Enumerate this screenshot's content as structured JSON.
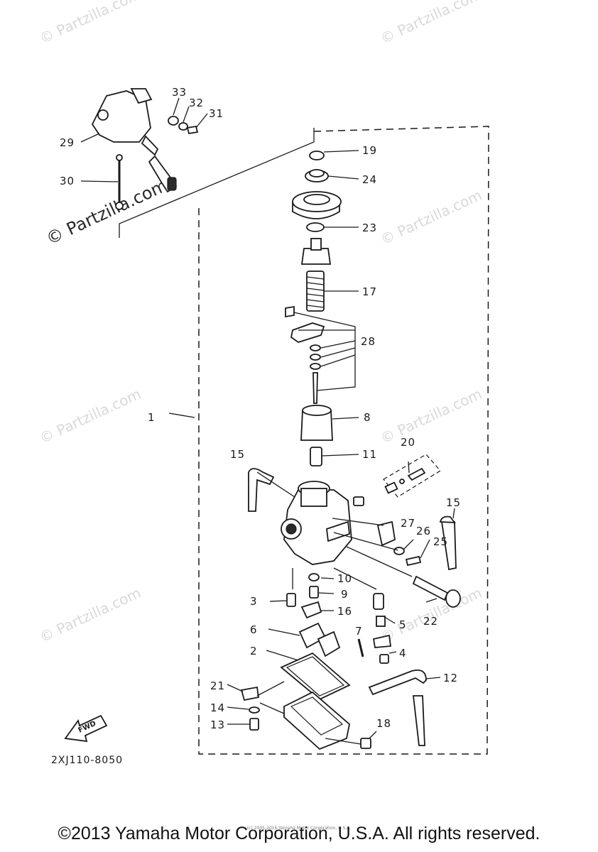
{
  "diagram_code": "2XJ110-8050",
  "fwd_label": "FWD",
  "copyright": "©2013 Yamaha Motor Corporation, U.S.A. All rights reserved.",
  "subcredit": "(c) 2005-2016 Yamaha Motor Corporation, U.S.A.",
  "watermarks": [
    "© Partzilla.com",
    "© Partzilla.com",
    "© Partzilla.com",
    "© Partzilla.com",
    "© Partzilla.com",
    "© Partzilla.com",
    "© Partzilla.com",
    "© Partzilla.com"
  ],
  "callouts": [
    "1",
    "2",
    "3",
    "4",
    "5",
    "6",
    "7",
    "8",
    "9",
    "10",
    "11",
    "12",
    "13",
    "14",
    "15",
    "15",
    "16",
    "17",
    "18",
    "19",
    "20",
    "21",
    "22",
    "23",
    "24",
    "25",
    "26",
    "27",
    "28",
    "29",
    "30",
    "31",
    "32",
    "33"
  ]
}
